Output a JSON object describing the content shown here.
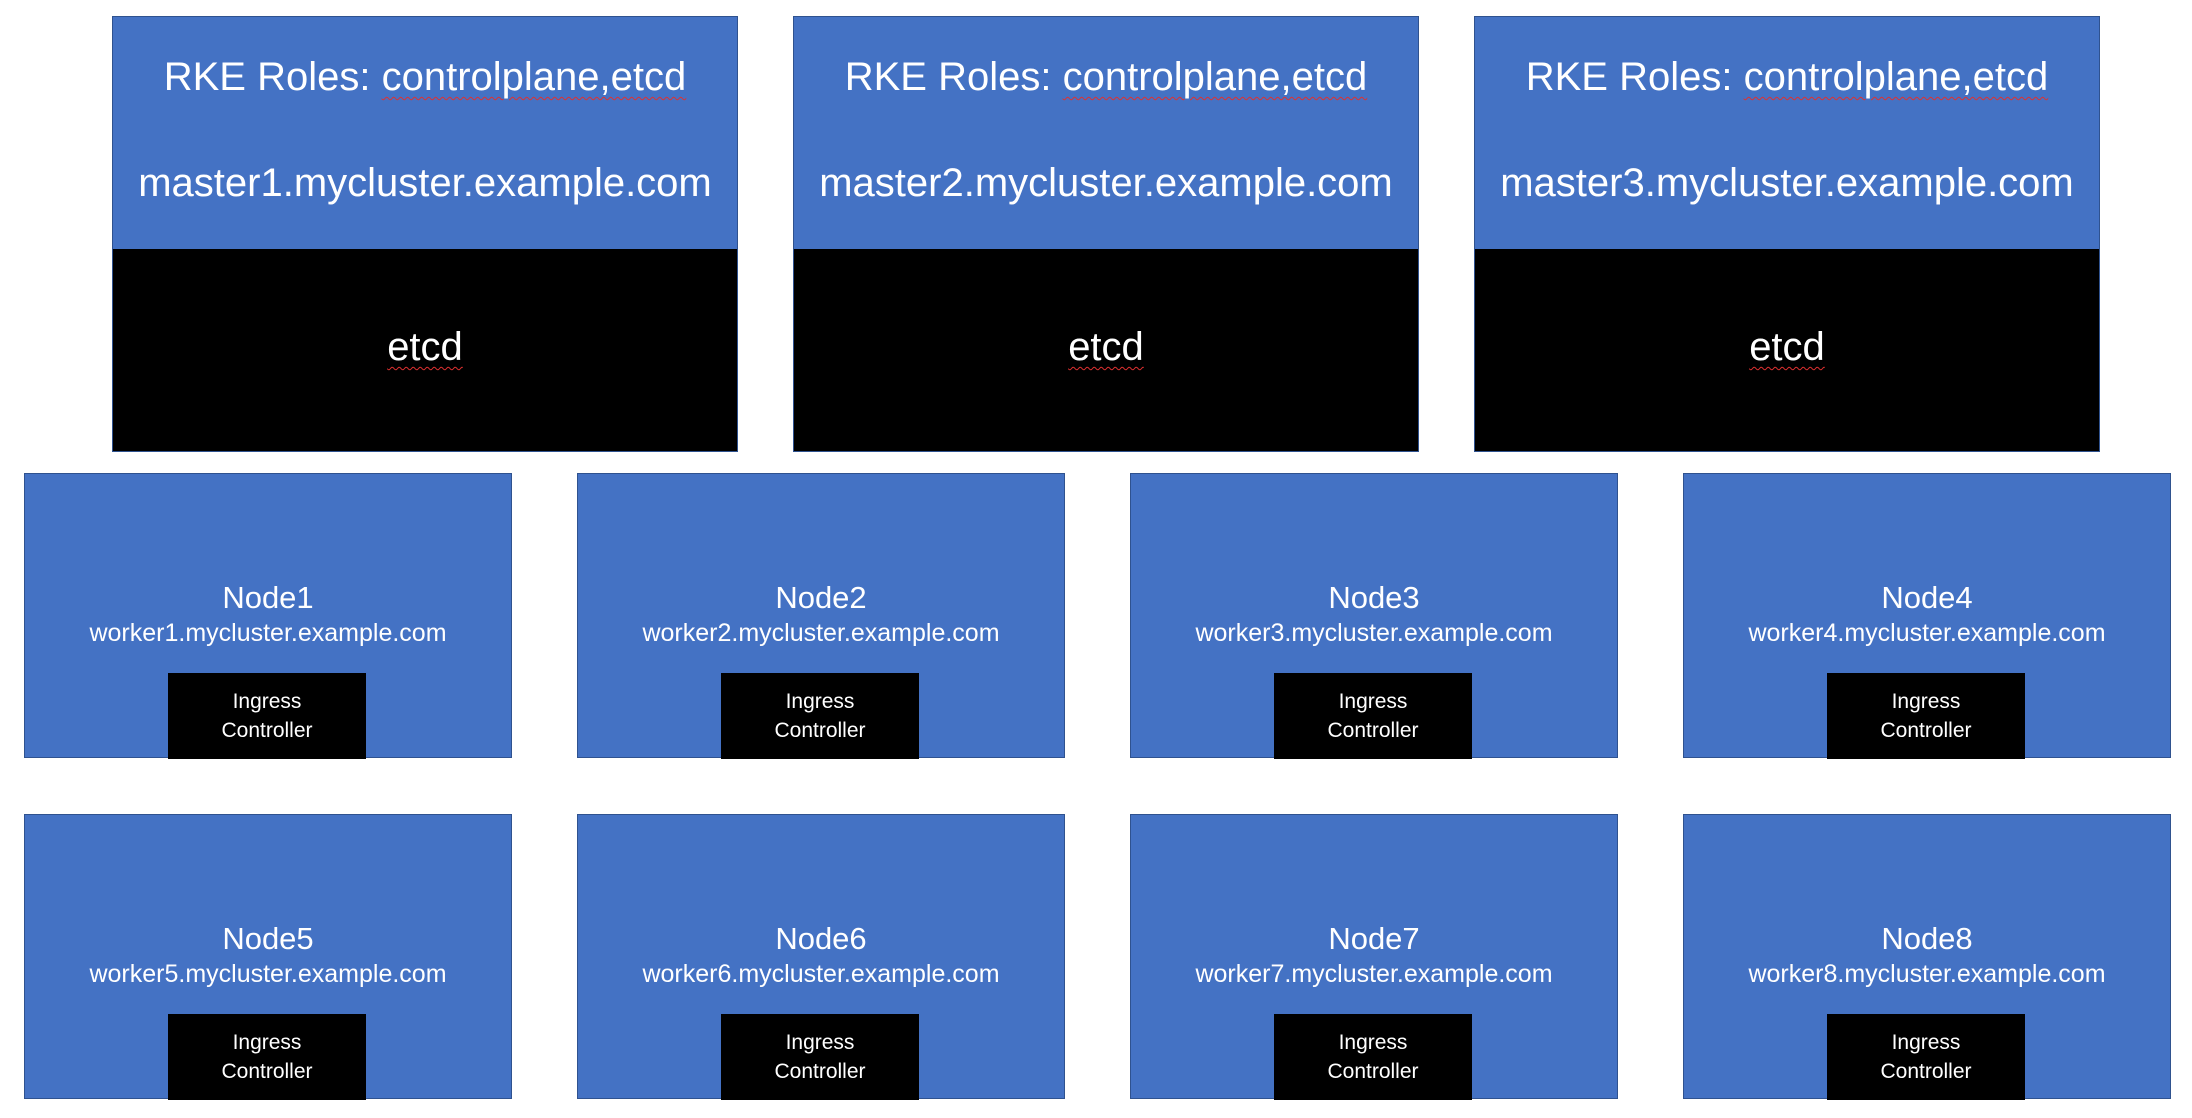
{
  "masters": [
    {
      "roles_prefix": "RKE Roles: ",
      "roles_value": "controlplane,etcd",
      "host": "master1.mycluster.example.com",
      "etcd_label": "etcd"
    },
    {
      "roles_prefix": "RKE Roles: ",
      "roles_value": "controlplane,etcd",
      "host": "master2.mycluster.example.com",
      "etcd_label": "etcd"
    },
    {
      "roles_prefix": "RKE Roles: ",
      "roles_value": "controlplane,etcd",
      "host": "master3.mycluster.example.com",
      "etcd_label": "etcd"
    }
  ],
  "workers": [
    {
      "name": "Node1",
      "host": "worker1.mycluster.example.com",
      "ingress_line1": "Ingress",
      "ingress_line2": "Controller"
    },
    {
      "name": "Node2",
      "host": "worker2.mycluster.example.com",
      "ingress_line1": "Ingress",
      "ingress_line2": "Controller"
    },
    {
      "name": "Node3",
      "host": "worker3.mycluster.example.com",
      "ingress_line1": "Ingress",
      "ingress_line2": "Controller"
    },
    {
      "name": "Node4",
      "host": "worker4.mycluster.example.com",
      "ingress_line1": "Ingress",
      "ingress_line2": "Controller"
    },
    {
      "name": "Node5",
      "host": "worker5.mycluster.example.com",
      "ingress_line1": "Ingress",
      "ingress_line2": "Controller"
    },
    {
      "name": "Node6",
      "host": "worker6.mycluster.example.com",
      "ingress_line1": "Ingress",
      "ingress_line2": "Controller"
    },
    {
      "name": "Node7",
      "host": "worker7.mycluster.example.com",
      "ingress_line1": "Ingress",
      "ingress_line2": "Controller"
    },
    {
      "name": "Node8",
      "host": "worker8.mycluster.example.com",
      "ingress_line1": "Ingress",
      "ingress_line2": "Controller"
    }
  ],
  "colors": {
    "node_fill": "#4472c4",
    "node_border": "#2f528f",
    "dark_fill": "#000000",
    "text": "#ffffff"
  }
}
